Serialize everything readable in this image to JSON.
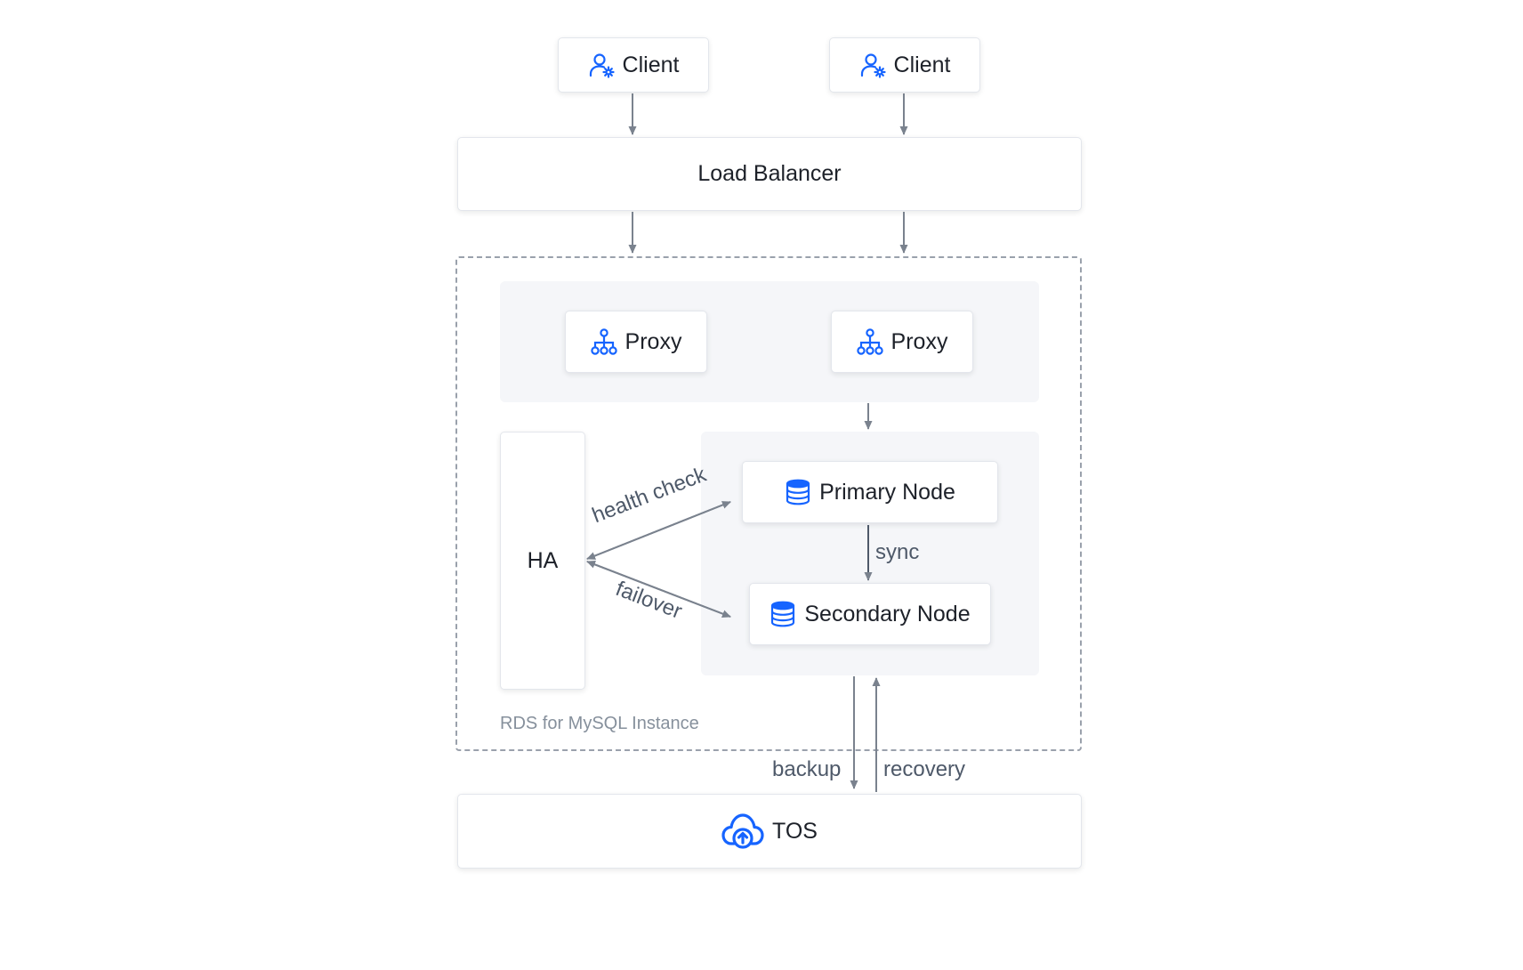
{
  "clients": [
    {
      "label": "Client",
      "icon": "user-gear-icon"
    },
    {
      "label": "Client",
      "icon": "user-gear-icon"
    }
  ],
  "load_balancer": {
    "label": "Load Balancer"
  },
  "instance": {
    "caption": "RDS for MySQL Instance"
  },
  "proxies": [
    {
      "label": "Proxy",
      "icon": "network-tree-icon"
    },
    {
      "label": "Proxy",
      "icon": "network-tree-icon"
    }
  ],
  "ha": {
    "label": "HA"
  },
  "primary": {
    "label": "Primary Node",
    "icon": "database-icon"
  },
  "secondary": {
    "label": "Secondary Node",
    "icon": "database-icon"
  },
  "edges": {
    "health_check": "health check",
    "failover": "failover",
    "sync": "sync",
    "backup": "backup",
    "recovery": "recovery"
  },
  "tos": {
    "label": "TOS",
    "icon": "cloud-upload-icon"
  },
  "colors": {
    "accent": "#1664ff",
    "arrow": "#7a828e",
    "border": "#e3e6ec",
    "panel": "#f5f6f9"
  }
}
